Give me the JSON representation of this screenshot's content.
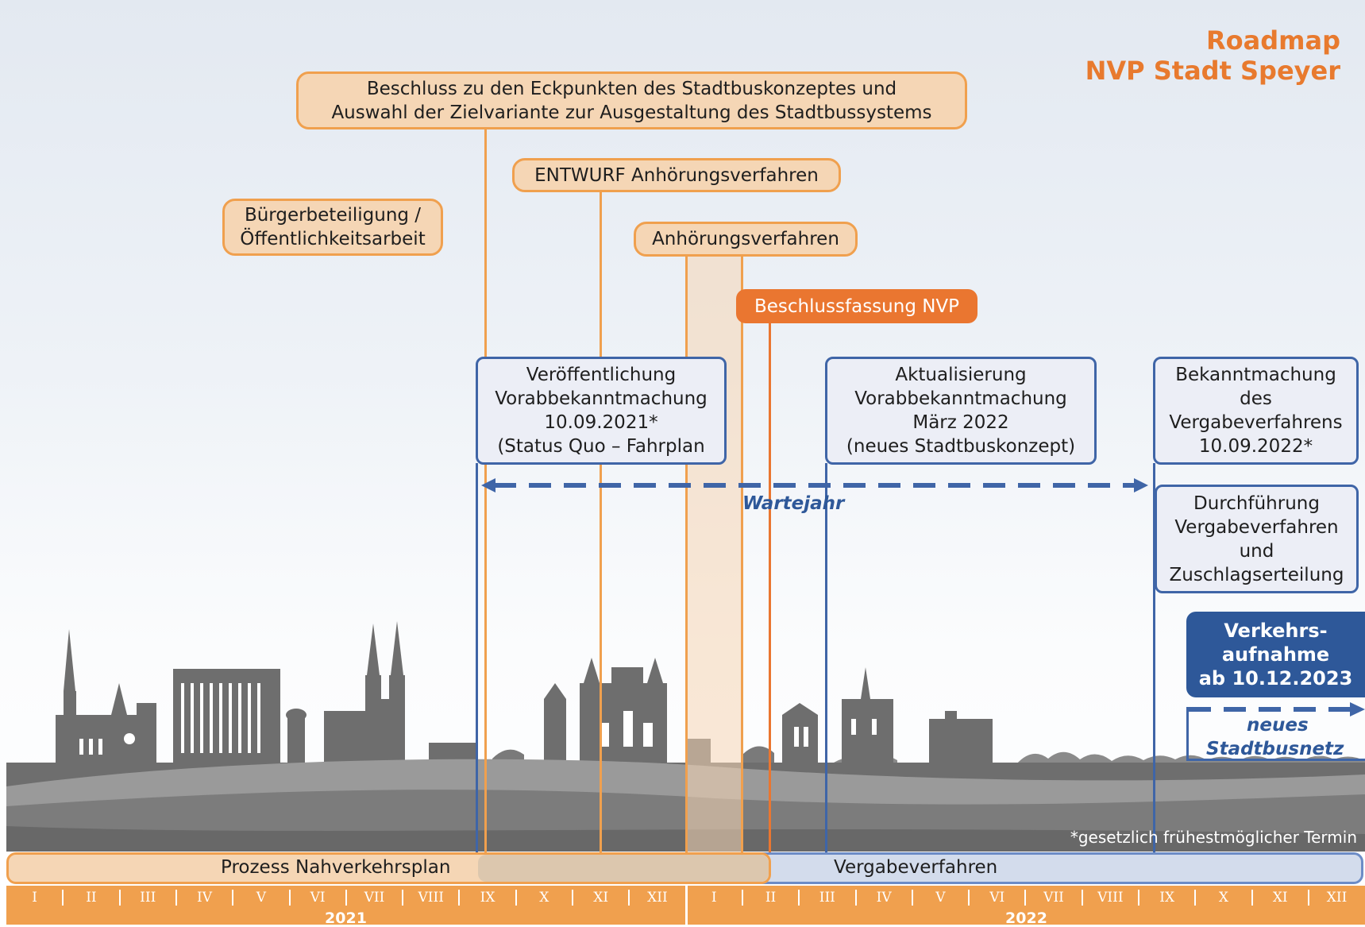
{
  "title": {
    "line1": "Roadmap",
    "line2": "NVP Stadt Speyer"
  },
  "milestones": {
    "beschluss_eckpunkte": {
      "line1": "Beschluss zu den Eckpunkten des Stadtbuskonzeptes und",
      "line2": "Auswahl der Zielvariante zur Ausgestaltung des Stadtbussystems"
    },
    "entwurf": "ENTWURF Anhörungsverfahren",
    "buerger": {
      "line1": "Bürgerbeteiligung /",
      "line2": "Öffentlichkeitsarbeit"
    },
    "anhoerung": "Anhörungsverfahren",
    "beschlussfassung": "Beschlussfassung NVP"
  },
  "blue_boxes": {
    "veroeffentlichung": [
      "Veröffentlichung",
      "Vorabbekanntmachung",
      "10.09.2021*",
      "(Status Quo – Fahrplan"
    ],
    "aktualisierung": [
      "Aktualisierung",
      "Vorabbekanntmachung",
      "März 2022",
      "(neues Stadtbuskonzept)"
    ],
    "bekanntmachung": [
      "Bekanntmachung",
      "des",
      "Vergabeverfahrens",
      "10.09.2022*"
    ],
    "durchfuehrung": [
      "Durchführung",
      "Vergabeverfahren",
      "und",
      "Zuschlagserteilung"
    ],
    "verkehrsaufnahme": [
      "Verkehrs-",
      "aufnahme",
      "ab 10.12.2023"
    ]
  },
  "wartejahr": "Wartejahr",
  "neues_stadtbusnetz": {
    "line1": "neues",
    "line2": "Stadtbusnetz"
  },
  "footnote": "*gesetzlich frühestmöglicher Termin",
  "process_bars": {
    "nahverkehrsplan": "Prozess Nahverkehrsplan",
    "vergabe": "Vergabeverfahren"
  },
  "months": [
    "I",
    "II",
    "III",
    "IV",
    "V",
    "VI",
    "VII",
    "VIII",
    "IX",
    "X",
    "XI",
    "XII"
  ],
  "years": [
    "2021",
    "2022"
  ],
  "colors": {
    "orange": "#f0a04e",
    "dark_orange": "#ea7630",
    "light_orange": "#f5d6b5",
    "blue": "#3f65a7",
    "light_blue": "#eceef6",
    "skyline": "#6e6e6e"
  }
}
